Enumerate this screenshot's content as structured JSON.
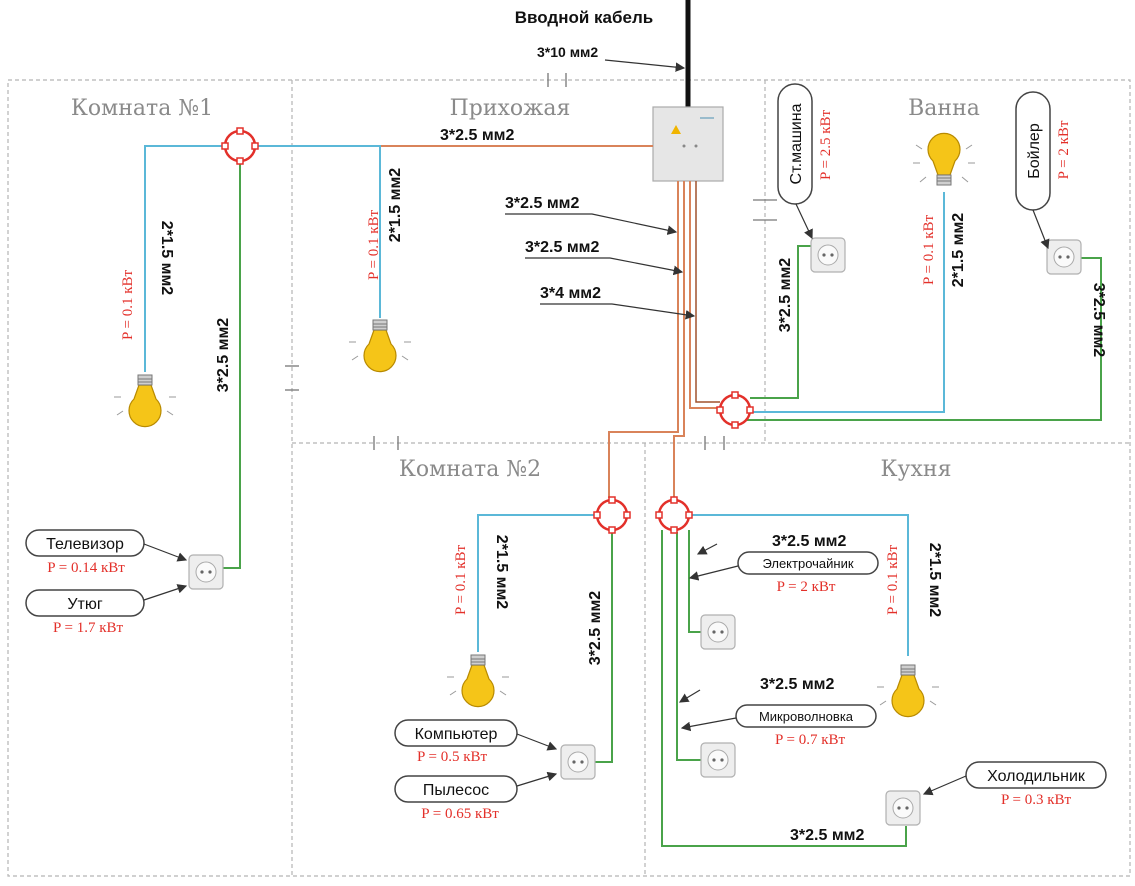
{
  "title": "Вводной кабель",
  "input_cable": "3*10 мм2",
  "rooms": {
    "room1": "Комната №1",
    "hall": "Прихожая",
    "bath": "Ванна",
    "room2": "Комната №2",
    "kitchen": "Кухня"
  },
  "cables": {
    "c_room1_main": "3*2.5 мм2",
    "c_panel_a": "3*2.5 мм2",
    "c_panel_b": "3*2.5 мм2",
    "c_panel_c": "3*4 мм2",
    "c_room1_light": "2*1.5 мм2",
    "c_room1_socket": "3*2.5 мм2",
    "c_hall_light": "2*1.5 мм2",
    "c_bath_washer": "3*2.5 мм2",
    "c_bath_light": "2*1.5 мм2",
    "c_bath_boiler": "3*2.5 мм2",
    "c_room2_light": "2*1.5 мм2",
    "c_room2_socket": "3*2.5 мм2",
    "c_kitchen_top": "3*2.5 мм2",
    "c_kitchen_mid": "3*2.5 мм2",
    "c_kitchen_light": "2*1.5 мм2",
    "c_kitchen_bottom": "3*2.5 мм2"
  },
  "powers": {
    "room1_light": "P = 0.1 кВт",
    "hall_light": "P = 0.1 кВт",
    "washer": "P = 2.5 кВт",
    "bath_light": "P = 0.1 кВт",
    "boiler": "P = 2 кВт",
    "tv": "P = 0.14 кВт",
    "iron": "P = 1.7 кВт",
    "room2_light": "P = 0.1 кВт",
    "computer": "P = 0.5 кВт",
    "vacuum": "P = 0.65 кВт",
    "kettle": "P = 2 кВт",
    "kitchen_light": "P = 0.1 кВт",
    "microwave": "P = 0.7 кВт",
    "fridge": "P = 0.3 кВт"
  },
  "devices": {
    "washer": "Ст.машина",
    "boiler": "Бойлер",
    "tv": "Телевизор",
    "iron": "Утюг",
    "computer": "Компьютер",
    "vacuum": "Пылесос",
    "kettle": "Электрочайник",
    "microwave": "Микроволновка",
    "fridge": "Холодильник"
  }
}
